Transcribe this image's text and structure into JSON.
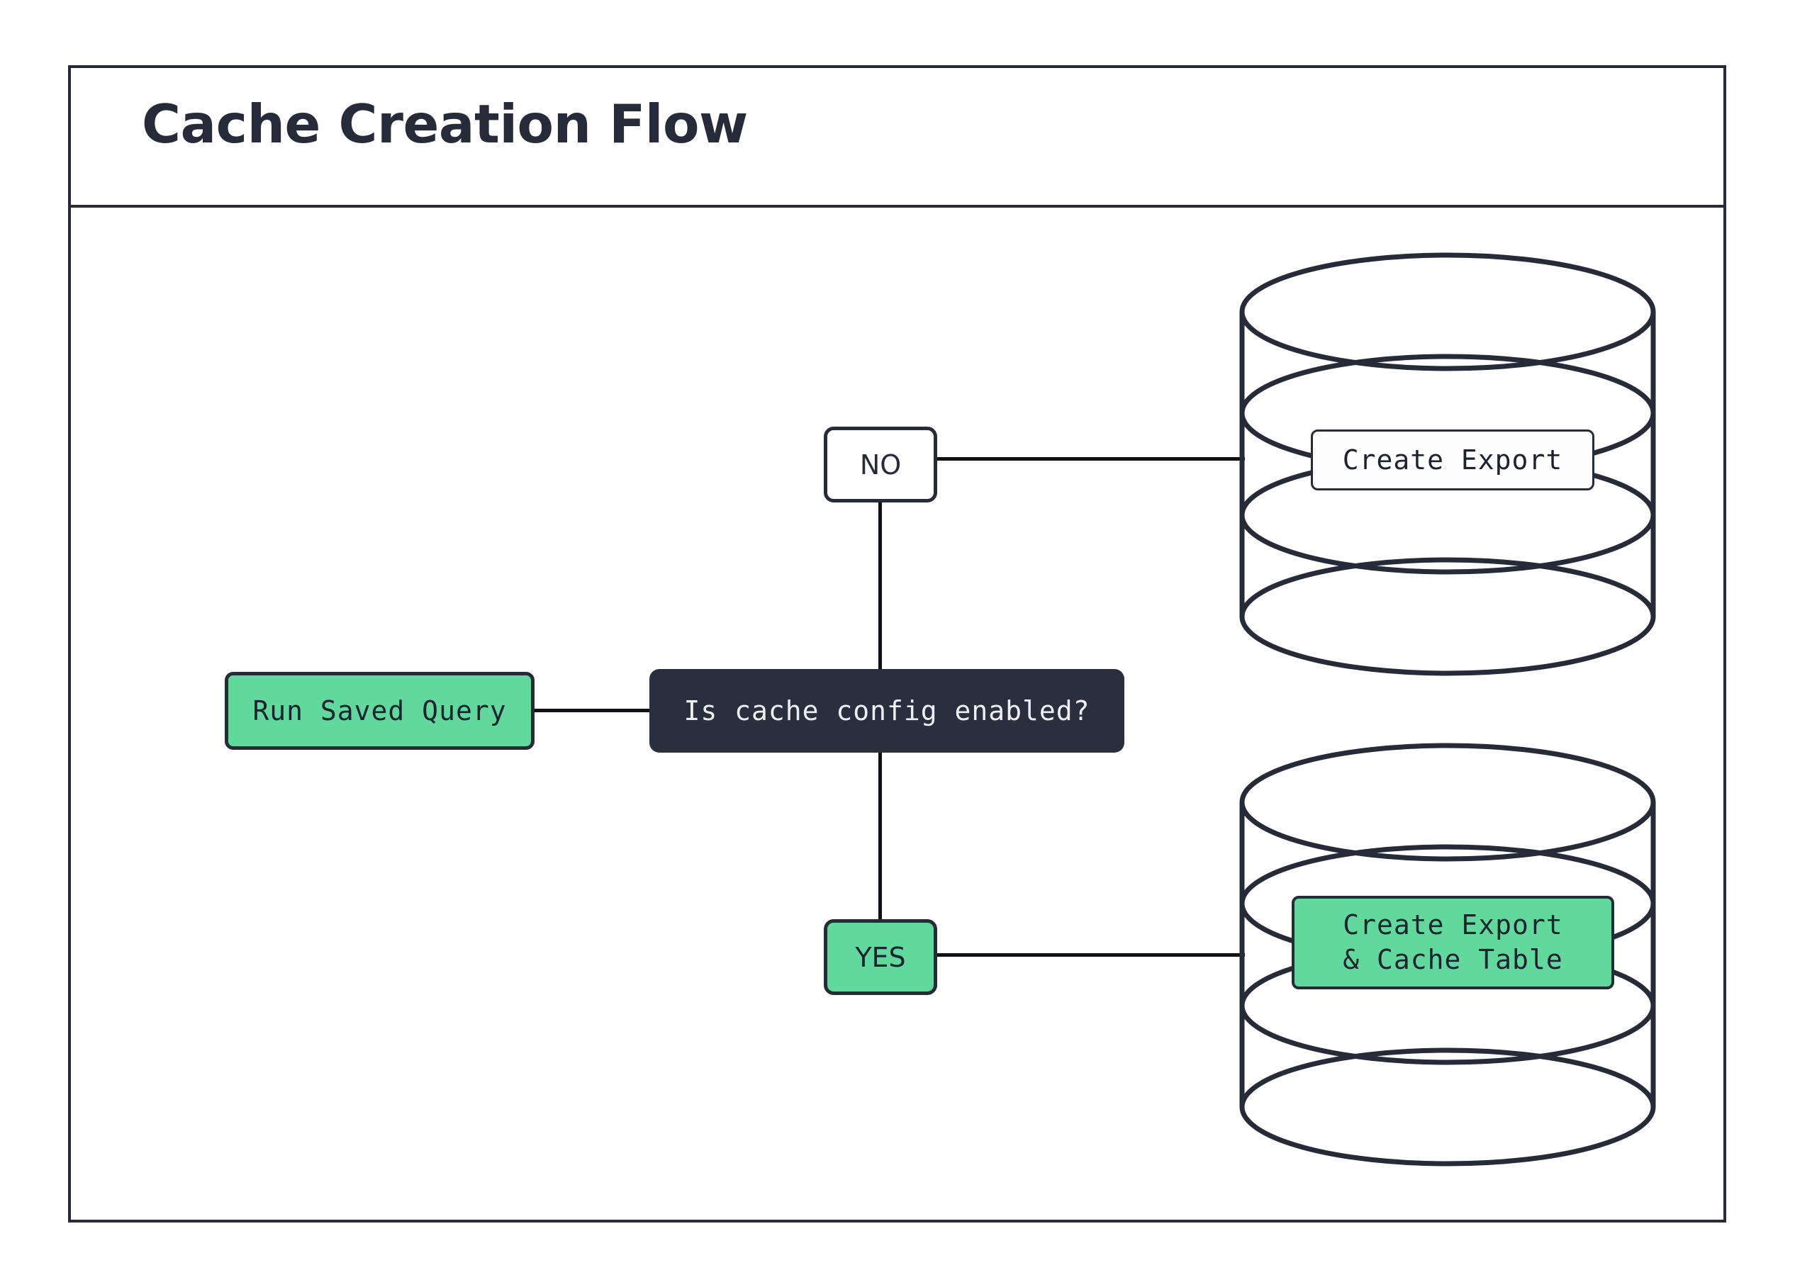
{
  "header": {
    "title": "Cache Creation Flow"
  },
  "colors": {
    "ink": "#262B3A",
    "line": "#0F1117",
    "green": "#61D99C",
    "decision_fill": "#2A2F3E",
    "decision_text": "#EDEFF2",
    "canvas": "#FFFFFF"
  },
  "diagram": {
    "type": "flowchart",
    "nodes": [
      {
        "id": "run-saved-query",
        "label": "Run Saved Query",
        "shape": "rounded-rect",
        "fill": "#61D99C",
        "font": "mono"
      },
      {
        "id": "decision",
        "label": "Is cache config enabled?",
        "shape": "rounded-rect",
        "fill": "#2A2F3E",
        "font": "mono"
      },
      {
        "id": "branch-no",
        "label": "NO",
        "shape": "rounded-rect",
        "fill": "#FFFFFF",
        "font": "sans"
      },
      {
        "id": "branch-yes",
        "label": "YES",
        "shape": "rounded-rect",
        "fill": "#61D99C",
        "font": "sans"
      },
      {
        "id": "db-create-export",
        "label": "Create Export",
        "shape": "database-cylinder",
        "fill": "#FDFDFD",
        "font": "mono"
      },
      {
        "id": "db-create-export-cache",
        "label": "Create Export\n& Cache Table",
        "shape": "database-cylinder",
        "fill": "#61D99C",
        "font": "mono"
      }
    ],
    "edges": [
      {
        "from": "run-saved-query",
        "to": "decision",
        "label": ""
      },
      {
        "from": "decision",
        "to": "branch-no",
        "label": ""
      },
      {
        "from": "decision",
        "to": "branch-yes",
        "label": ""
      },
      {
        "from": "branch-no",
        "to": "db-create-export",
        "label": ""
      },
      {
        "from": "branch-yes",
        "to": "db-create-export-cache",
        "label": ""
      }
    ]
  }
}
